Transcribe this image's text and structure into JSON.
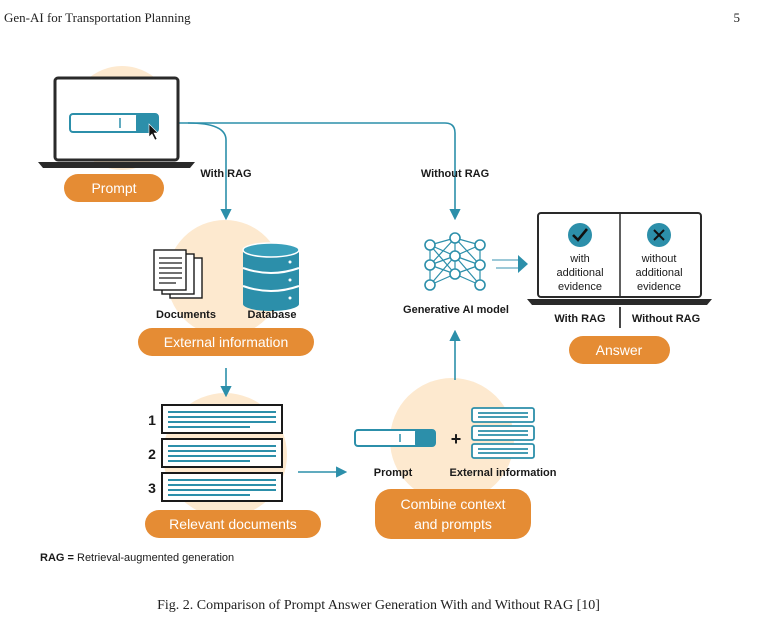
{
  "header": {
    "title": "Gen-AI for Transportation Planning",
    "page": "5"
  },
  "diagram": {
    "prompt_label": "Prompt",
    "with_rag": "With RAG",
    "without_rag": "Without RAG",
    "documents": "Documents",
    "database": "Database",
    "external_information": "External information",
    "ranks": [
      "1",
      "2",
      "3"
    ],
    "relevant_documents": "Relevant documents",
    "combine_prompt": "Prompt",
    "combine_plus": "+",
    "combine_external": "External information",
    "combine_line1": "Combine context",
    "combine_line2": "and prompts",
    "gen_ai_model": "Generative AI model",
    "answer_with_line1": "with",
    "answer_with_line2": "additional",
    "answer_with_line3": "evidence",
    "answer_without_line1": "without",
    "answer_without_line2": "additional",
    "answer_without_line3": "evidence",
    "answer_with_rag": "With RAG",
    "answer_without_rag": "Without RAG",
    "answer_label": "Answer",
    "rag_abbrev": "RAG =",
    "rag_definition": " Retrieval-augmented generation"
  },
  "caption": "Fig. 2.  Comparison of Prompt Answer Generation With and Without RAG [10]",
  "colors": {
    "accent_orange": "#e58c34",
    "soft_orange": "#fde9cf",
    "teal": "#2c8faa",
    "dark": "#1a1a1a"
  }
}
